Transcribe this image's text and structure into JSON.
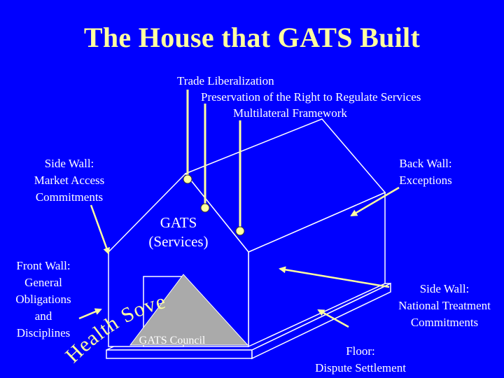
{
  "title": "The House that GATS Built",
  "roof_labels": [
    "Trade Liberalization",
    "Preservation of the Right to Regulate Services",
    "Multilateral Framework"
  ],
  "side_wall_left": [
    "Side Wall:",
    "Market Access",
    "Commitments"
  ],
  "back_wall": [
    "Back Wall:",
    "Exceptions"
  ],
  "house_center": [
    "GATS",
    "(Services)"
  ],
  "front_wall": [
    "Front Wall:",
    "General",
    "Obligations",
    "and",
    "Disciplines"
  ],
  "side_wall_right": [
    "Side Wall:",
    "National Treatment",
    "Commitments"
  ],
  "floor": [
    "Floor:",
    "Dispute Settlement"
  ],
  "door_label": "GATS Council",
  "arc_text": "Health Sovereignty",
  "colors": {
    "background": "#0000FF",
    "title": "#FFFFA0",
    "text": "#FFFFFF",
    "arrow": "#FFFFA0",
    "arc_text": "#FFFFA0",
    "door_fill": "#AAAAAA"
  }
}
